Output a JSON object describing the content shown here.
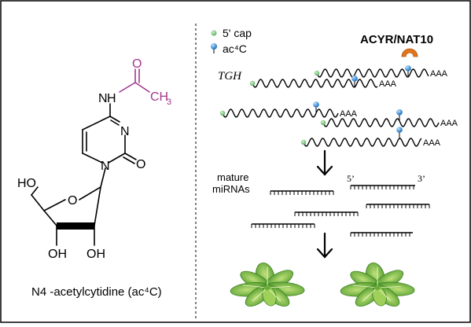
{
  "molecule": {
    "name": "N4 -acetylcytidine (ac⁴C)",
    "atoms": {
      "N_top": "N",
      "H_top": "H",
      "O_acetyl": "O",
      "CH3": "CH",
      "CH3_sub": "3",
      "N3": "N",
      "N1": "N",
      "O2": "O",
      "O_ring": "O",
      "HO5": "HO",
      "OH3": "OH",
      "OH2": "OH"
    },
    "colors": {
      "acetyl": "#a2378f",
      "bond": "#000000"
    }
  },
  "legend": {
    "items": [
      {
        "label": "5' cap",
        "icon": "green-dot-icon",
        "color": "#7bc47f"
      },
      {
        "label": "ac⁴C",
        "icon": "blue-lollipop-icon",
        "color": "#2f8fd8"
      }
    ]
  },
  "pathway": {
    "enzyme_label": "ACYR/NAT10",
    "enzyme_color": "#e2761e",
    "gene_label": "TGH",
    "poly_a": "AAA",
    "mature_label_line1": "mature",
    "mature_label_line2": "miRNAs",
    "five_prime": "5’",
    "three_prime": "3’",
    "plant_icon": "rosette-plant-icon"
  }
}
